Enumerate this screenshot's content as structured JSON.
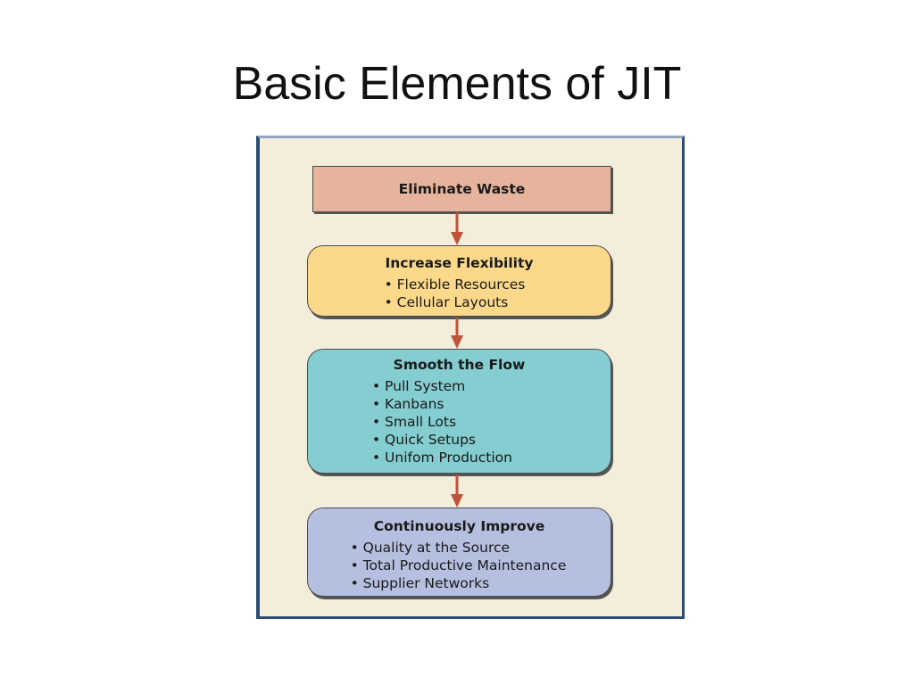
{
  "slide": {
    "title": "Basic Elements of JIT"
  },
  "diagram": {
    "colors": {
      "eliminate_waste": "#e6b49c",
      "increase_flexibility": "#fbd88a",
      "smooth_the_flow": "#84cdd0",
      "continuously_improve": "#b5bfdf",
      "arrow": "#c0523a",
      "background": "#f3eddc",
      "frame": "#2f4a72"
    },
    "steps": [
      {
        "title": "Eliminate Waste",
        "items": []
      },
      {
        "title": "Increase Flexibility",
        "items": [
          "Flexible Resources",
          "Cellular Layouts"
        ]
      },
      {
        "title": "Smooth the Flow",
        "items": [
          "Pull System",
          "Kanbans",
          "Small Lots",
          "Quick Setups",
          "Unifom Production"
        ]
      },
      {
        "title": "Continuously Improve",
        "items": [
          "Quality at the Source",
          "Total Productive Maintenance",
          "Supplier Networks"
        ]
      }
    ]
  }
}
